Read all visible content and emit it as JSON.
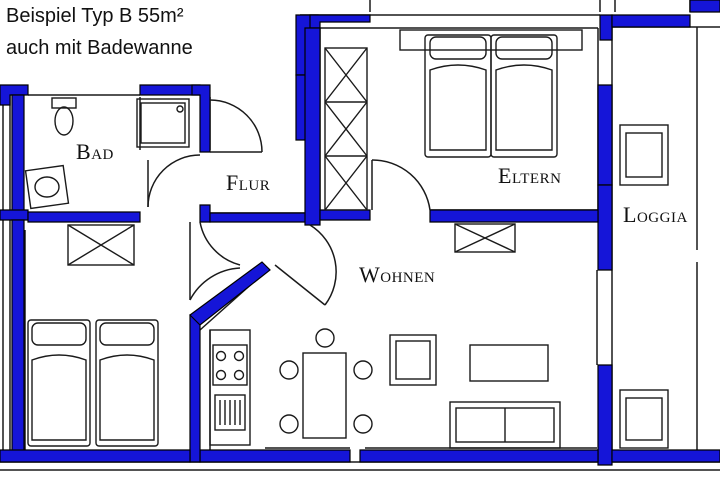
{
  "header": {
    "line1": "Beispiel Typ B  55m²",
    "line2": "auch mit Badewanne"
  },
  "rooms": {
    "bad": {
      "first": "B",
      "rest": "AD"
    },
    "flur": {
      "first": "F",
      "rest": "LUR"
    },
    "eltern": {
      "first": "E",
      "rest": "LTERN"
    },
    "loggia": {
      "first": "L",
      "rest": "OGGIA"
    },
    "wohnen": {
      "first": "W",
      "rest": "OHNEN"
    }
  },
  "colors": {
    "wall": "#1515d8",
    "line": "#1a1a1a",
    "background": "#ffffff"
  }
}
